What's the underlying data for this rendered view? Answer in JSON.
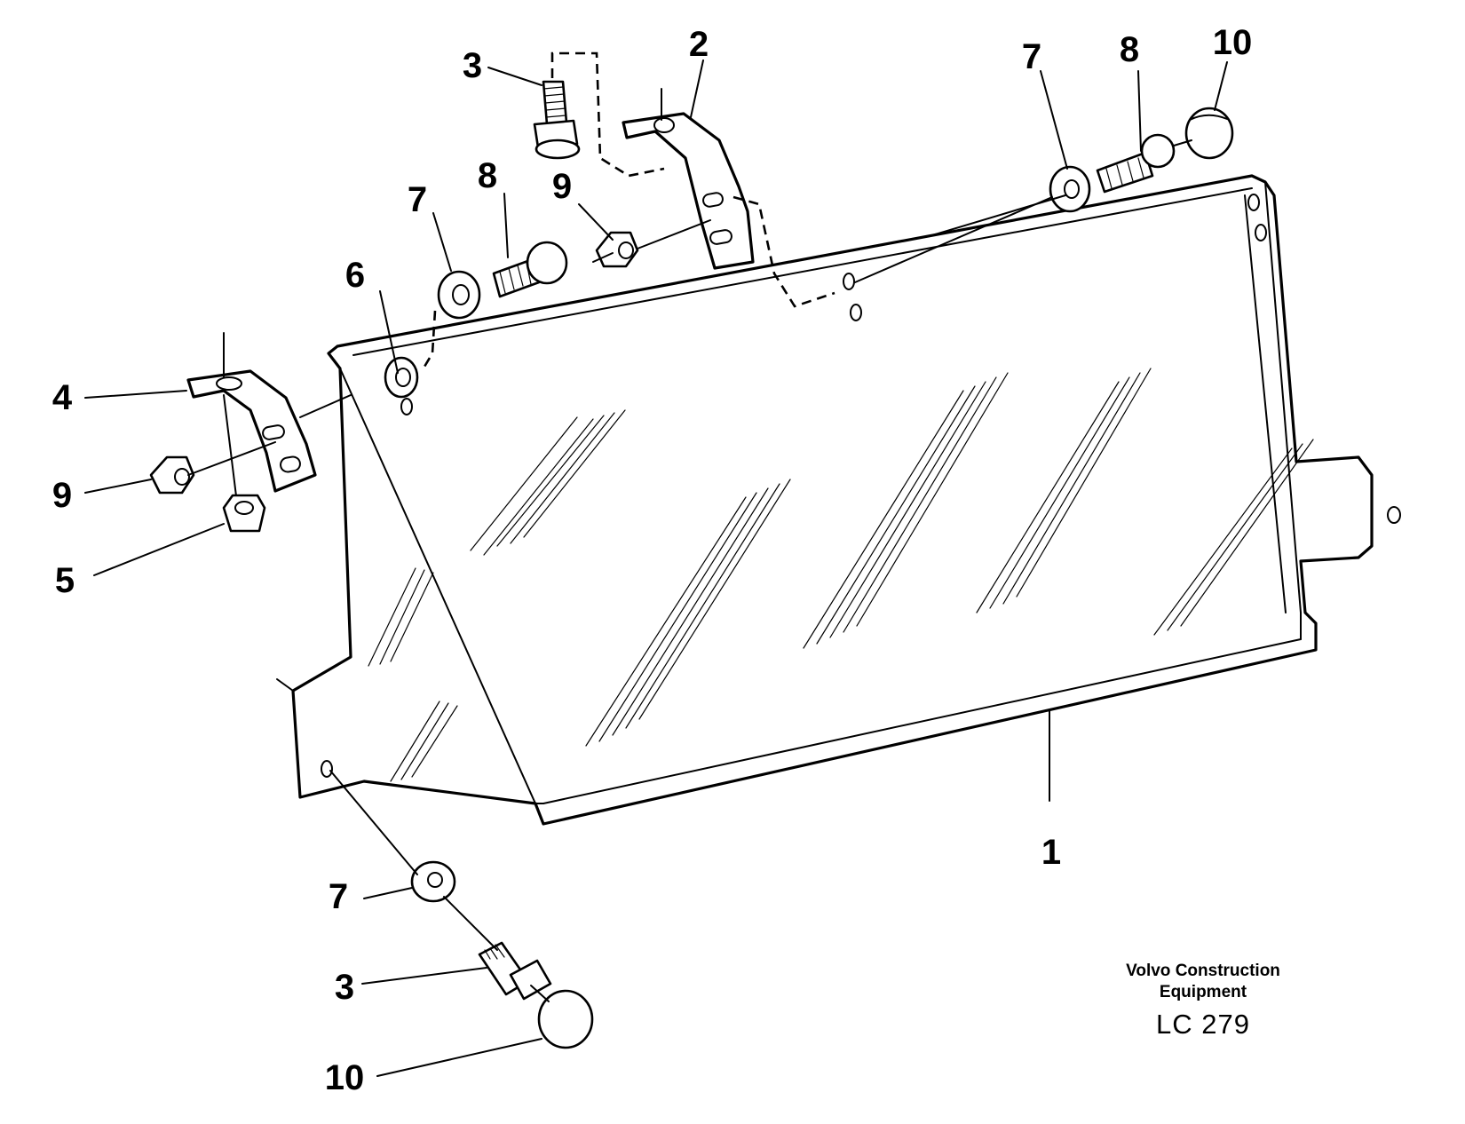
{
  "callouts": {
    "c1": "1",
    "c2": "2",
    "c3_top": "3",
    "c3_bottom": "3",
    "c4": "4",
    "c5": "5",
    "c6": "6",
    "c7_left": "7",
    "c7_right": "7",
    "c7_bottom": "7",
    "c8_left": "8",
    "c8_right": "8",
    "c9_left": "9",
    "c9_mid": "9",
    "c10_top": "10",
    "c10_bottom": "10"
  },
  "caption": {
    "line1": "Volvo Construction",
    "line2": "Equipment",
    "code": "LC 279"
  }
}
